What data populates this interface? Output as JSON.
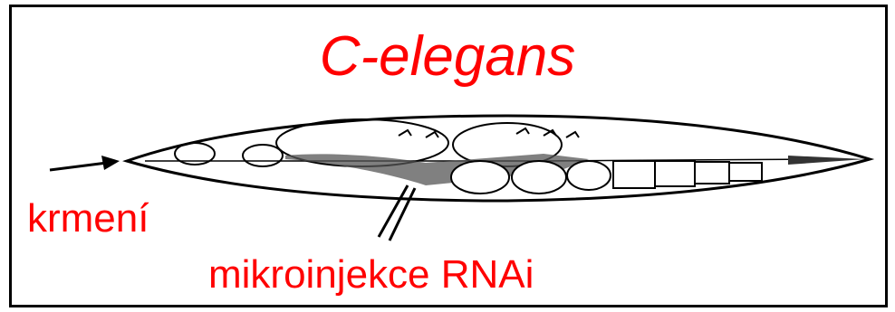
{
  "title": "C-elegans",
  "labels": {
    "feeding": "krmení",
    "injection": "mikroinjekce RNAi"
  },
  "colors": {
    "text": "#ff0000",
    "lines": "#000000",
    "background": "#ffffff"
  },
  "icons": [
    "arrow-right-icon",
    "needle-icon",
    "worm-illustration"
  ]
}
